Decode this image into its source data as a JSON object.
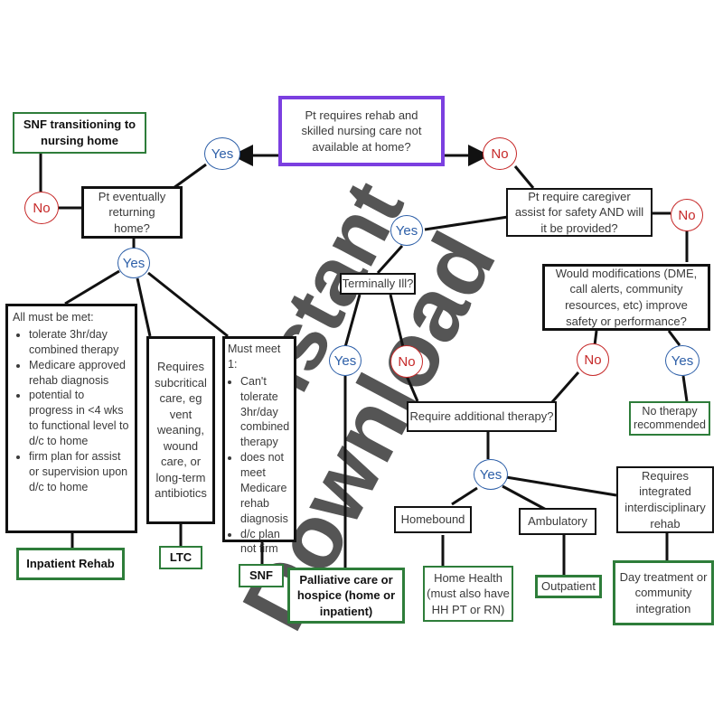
{
  "start": "Pt requires rehab and skilled nursing care not available at home?",
  "snf_nursing_home": "SNF transitioning to nursing home",
  "eventually_home": "Pt eventually returning home?",
  "caregiver": "Pt require caregiver assist for safety AND will it be provided?",
  "terminally_ill": "Terminally Ill?",
  "modifications": "Would modifications (DME, call alerts, community resources, etc) improve safety or performance?",
  "all_must_be_met": {
    "heading": "All must be met:",
    "items": [
      "tolerate 3hr/day combined therapy",
      "Medicare approved rehab diagnosis",
      "potential to progress in <4 wks to functional level to d/c to home",
      "firm plan for assist or supervision upon d/c to home"
    ]
  },
  "subcritical": "Requires subcritical care, eg vent weaning, wound care, or long-term antibiotics",
  "must_meet_one": {
    "heading": "Must meet 1:",
    "items": [
      "Can't tolerate 3hr/day combined therapy",
      "does not meet Medicare rehab diagnosis",
      "d/c plan not firm"
    ]
  },
  "inpatient_rehab": "Inpatient Rehab",
  "ltc": "LTC",
  "snf": "SNF",
  "palliative": "Palliative care or hospice (home or inpatient)",
  "additional_therapy": "Require additional therapy?",
  "no_therapy": "No therapy recommended",
  "homebound": "Homebound",
  "ambulatory": "Ambulatory",
  "integrated": "Requires integrated interdisciplinary rehab",
  "home_health": "Home Health (must also have HH PT or RN)",
  "outpatient": "Outpatient",
  "day_treatment": "Day treatment or community integration",
  "yes_label": "Yes",
  "no_label": "No",
  "watermark": {
    "line1": "Instant",
    "line2": "Download"
  },
  "colors": {
    "purple": "#7b3fe0",
    "green": "#2e7d3a",
    "yes_blue": "#2d5fa8",
    "no_red": "#c62828"
  }
}
